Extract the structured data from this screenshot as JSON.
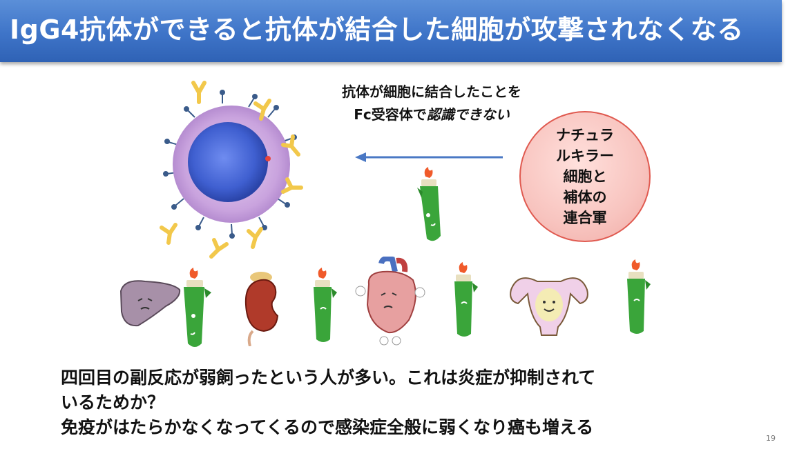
{
  "slide": {
    "title": "IgG4抗体ができると抗体が結合した細胞が攻撃されなくなる",
    "caption_line1": "抗体が細胞に結合したことを",
    "caption_line2_prefix": "Fc受容体で",
    "caption_line2_emphasis": "認識できない",
    "nk_lines": [
      "ナチュラ",
      "ルキラー",
      "細胞と",
      "補体の",
      "連合軍"
    ],
    "body_lines": [
      "四回目の副反応が弱飼ったという人が多い。これは炎症が抑制されて",
      "いるためか？",
      "免疫がはたらかなくなってくるので感染症全般に弱くなり癌も増える"
    ],
    "page_number": "19"
  },
  "colors": {
    "title_bar": "#3e74c8",
    "nk_fill": "#f8c4bf",
    "nk_border": "#e05a50",
    "arrow": "#4a78c4",
    "soldier_green": "#3aa53a",
    "antibody_yellow": "#f2c84b",
    "cell_purple": "#c9a3de",
    "nucleus_blue": "#3f5fd0"
  }
}
